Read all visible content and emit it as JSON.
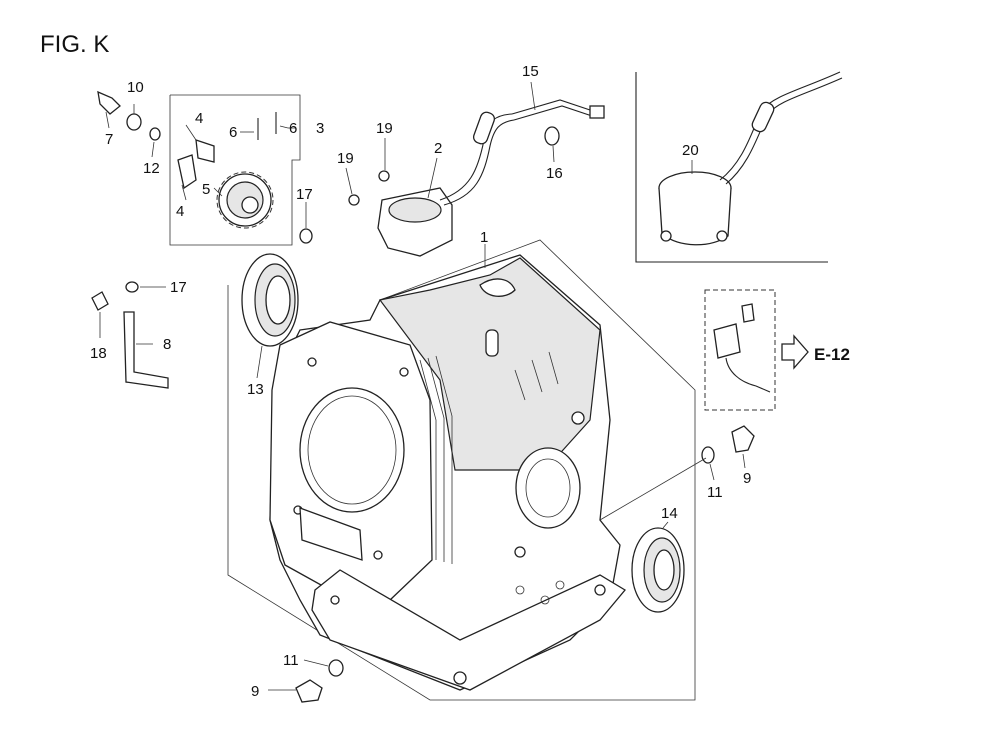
{
  "figure": {
    "title": "FIG. K",
    "reference": "E-12"
  },
  "callouts": [
    {
      "id": "c1",
      "text": "1"
    },
    {
      "id": "c2",
      "text": "2"
    },
    {
      "id": "c3",
      "text": "3"
    },
    {
      "id": "c4a",
      "text": "4"
    },
    {
      "id": "c4b",
      "text": "4"
    },
    {
      "id": "c5",
      "text": "5"
    },
    {
      "id": "c6a",
      "text": "6"
    },
    {
      "id": "c6b",
      "text": "6"
    },
    {
      "id": "c7",
      "text": "7"
    },
    {
      "id": "c8",
      "text": "8"
    },
    {
      "id": "c9a",
      "text": "9"
    },
    {
      "id": "c9b",
      "text": "9"
    },
    {
      "id": "c10",
      "text": "10"
    },
    {
      "id": "c11a",
      "text": "11"
    },
    {
      "id": "c11b",
      "text": "11"
    },
    {
      "id": "c12",
      "text": "12"
    },
    {
      "id": "c13",
      "text": "13"
    },
    {
      "id": "c14",
      "text": "14"
    },
    {
      "id": "c15",
      "text": "15"
    },
    {
      "id": "c16",
      "text": "16"
    },
    {
      "id": "c17a",
      "text": "17"
    },
    {
      "id": "c17b",
      "text": "17"
    },
    {
      "id": "c18",
      "text": "18"
    },
    {
      "id": "c19a",
      "text": "19"
    },
    {
      "id": "c19b",
      "text": "19"
    },
    {
      "id": "c20",
      "text": "20"
    }
  ]
}
